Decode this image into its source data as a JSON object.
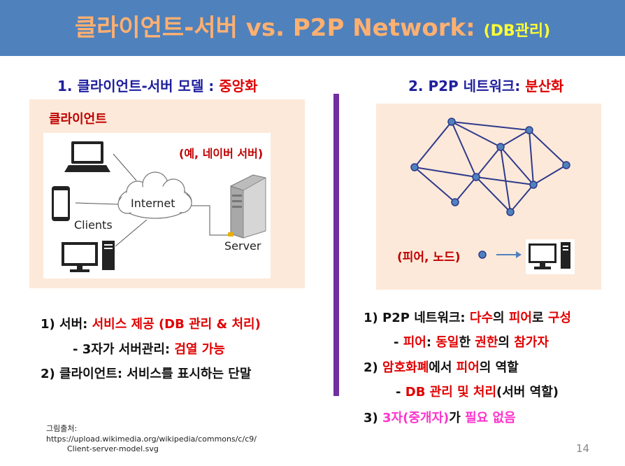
{
  "title": {
    "main": "클라이언트-서버 vs. P2P Network:",
    "sub": "(DB관리)"
  },
  "left": {
    "heading_prefix": "1. 클라이언트-서버 모델 : ",
    "heading_emph": "중앙화",
    "panel_label": "클라이언트",
    "example": "(예, 네이버 서버)",
    "diagram": {
      "internet": "Internet",
      "clients": "Clients",
      "server": "Server"
    },
    "bullets": [
      {
        "prefix": "1)  서버: ",
        "emph": "서비스 제공 (DB 관리 & 처리)"
      },
      {
        "prefix": "- 3자가 서버관리: ",
        "emph": "검열 가능"
      },
      {
        "prefix": "2)  클라이언트: 서비스를 표시하는 단말"
      }
    ]
  },
  "right": {
    "heading_prefix": "2. P2P 네트워크: ",
    "heading_emph": "분산화",
    "legend": "(피어, 노드)",
    "bullets": {
      "b1": {
        "a": "1)  P2P 네트워크: ",
        "b": "다수",
        "c": "의 ",
        "d": "피어",
        "e": "로 ",
        "f": "구성"
      },
      "b2": {
        "a": "- ",
        "b": "피어",
        "c": ": ",
        "d": "동일",
        "e": "한 ",
        "f": "권한",
        "g": "의 ",
        "h": "참가자"
      },
      "b3": {
        "a": "2)  ",
        "b": "암호화폐",
        "c": "에서 ",
        "d": "피어",
        "e": "의 역할"
      },
      "b4": {
        "a": "- ",
        "b": "DB 관리 및 처리",
        "c": "(서버 역할)"
      },
      "b5": {
        "a": "3)  ",
        "b": "3자(중개자)",
        "c": "가 ",
        "d": "필요 없음"
      }
    }
  },
  "footer": {
    "credit_label": "그림출처:",
    "credit_url": "https://upload.wikimedia.org/wikipedia/commons/c/c9/",
    "credit_file": "Client-server-model.svg",
    "page_number": "14"
  },
  "colors": {
    "title_bar": "#4f81bd",
    "title_text": "#ffb070",
    "subtitle_text": "#ffff33",
    "heading": "#1f1f9f",
    "emphasis": "#e00000",
    "pink": "#ff33cc",
    "divider": "#7030a0",
    "panel": "#fde9d9",
    "node": "#4f81bd"
  }
}
